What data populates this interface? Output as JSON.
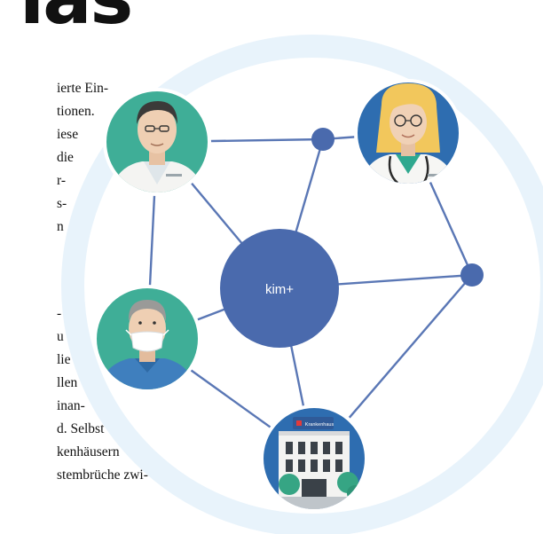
{
  "headline": "ıas",
  "center_label": "kim+",
  "building_sign": "Krankenhaus",
  "article_lines": [
    "ierte Ein-",
    "tionen.",
    "iese",
    "die",
    "r-",
    "s-",
    "n",
    "-",
    "u",
    "lie",
    "llen",
    "inan-",
    "d. Selbst",
    "kenhäusern",
    "stembrüche zwi-"
  ],
  "colors": {
    "halo": "#e8f3fb",
    "node": "#4a6aad",
    "line": "#5a77b5",
    "doctor_male_bg": "#3fae97",
    "doctor_female_bg": "#2e6db0",
    "surgeon_bg": "#3fae97",
    "hospital_bg": "#2e6db0",
    "text": "#111111"
  }
}
